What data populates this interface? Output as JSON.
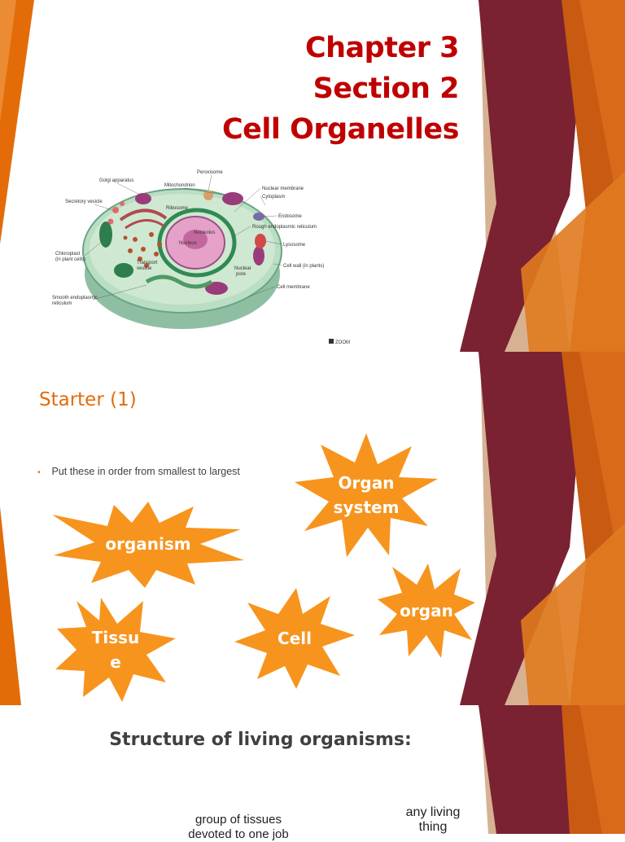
{
  "slide1": {
    "title_lines": [
      "Chapter 3",
      "Section 2",
      "Cell Organelles"
    ],
    "diagram_labels": {
      "golgi": "Golgi apparatus",
      "mitochondrion": "Mitochondrion",
      "peroxisome": "Peroxisome",
      "nuclear_membrane": "Nuclear membrane",
      "cytoplasm": "Cytoplasm",
      "secretory_vesicle": "Secretory vesicle",
      "ribosome": "Ribosome",
      "endosome": "Endosome",
      "nucleolus": "Nucleolus",
      "rough_er": "Rough endoplasmic reticulum",
      "nucleus": "Nucleus",
      "lysosome": "Lysosome",
      "chloroplast": "Chloroplast",
      "chloroplast_note": "(in plant cells)",
      "transport": "Transport",
      "vesicle": "vesicle",
      "cell_wall": "Cell wall (in plants)",
      "nuclear": "Nuclear",
      "pore": "pore",
      "smooth_er": "Smooth endoplasmic",
      "reticulum": "reticulum",
      "cell_membrane": "Cell membrane",
      "zoom": "ZOOM"
    }
  },
  "slide2": {
    "heading": "Starter (1)",
    "bullet": "Put these in order from smallest to largest",
    "bursts": {
      "organ_system": [
        "Organ",
        "system"
      ],
      "organism": "organism",
      "organ": "organ",
      "tissue": [
        "Tissu",
        "e"
      ],
      "cell": "Cell"
    }
  },
  "slide3": {
    "heading": "Structure of living organisms:",
    "note_tissue": [
      "group of tissues",
      "devoted to one job"
    ],
    "note_living": [
      "any living",
      "thing"
    ]
  },
  "colors": {
    "title_red": "#c00000",
    "accent_orange": "#e36c09",
    "burst_orange": "#f7941d",
    "maroon": "#7a2231"
  }
}
